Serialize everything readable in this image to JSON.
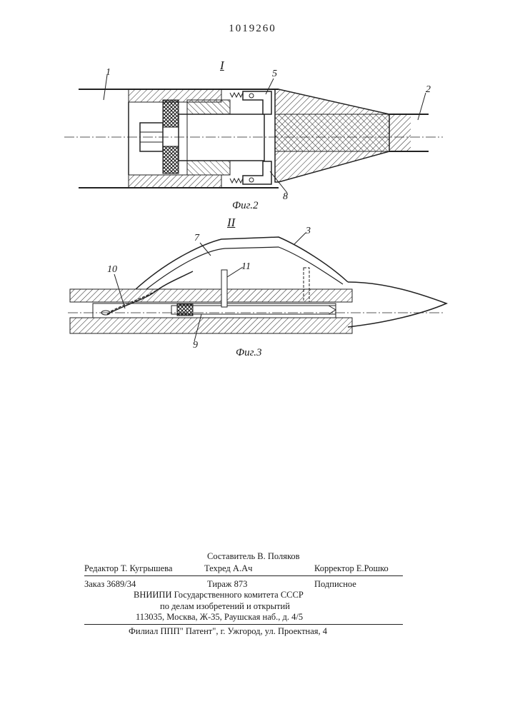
{
  "patent_number": "1019260",
  "figure2": {
    "section_mark": "I",
    "caption": "Фиг.2",
    "callouts": [
      "1",
      "2",
      "5",
      "8"
    ]
  },
  "figure3": {
    "section_mark": "II",
    "caption": "Фиг.3",
    "callouts": [
      "3",
      "7",
      "9",
      "10",
      "11"
    ]
  },
  "imprint": {
    "compiler": "Составитель В. Поляков",
    "editor": "Редактор Т. Кугрышева",
    "techred": "Техред А.Ач",
    "corrector": "Корректор Е.Рошко",
    "order": "Заказ 3689/34",
    "circulation": "Тираж 873",
    "subscription": "Подписное",
    "org_line1": "ВНИИПИ Государственного комитета СССР",
    "org_line2": "по делам изобретений и открытий",
    "address": "113035, Москва, Ж-35, Раушская наб., д. 4/5",
    "branch": "Филиал ППП\" Патент\", г. Ужгород, ул. Проектная, 4"
  }
}
